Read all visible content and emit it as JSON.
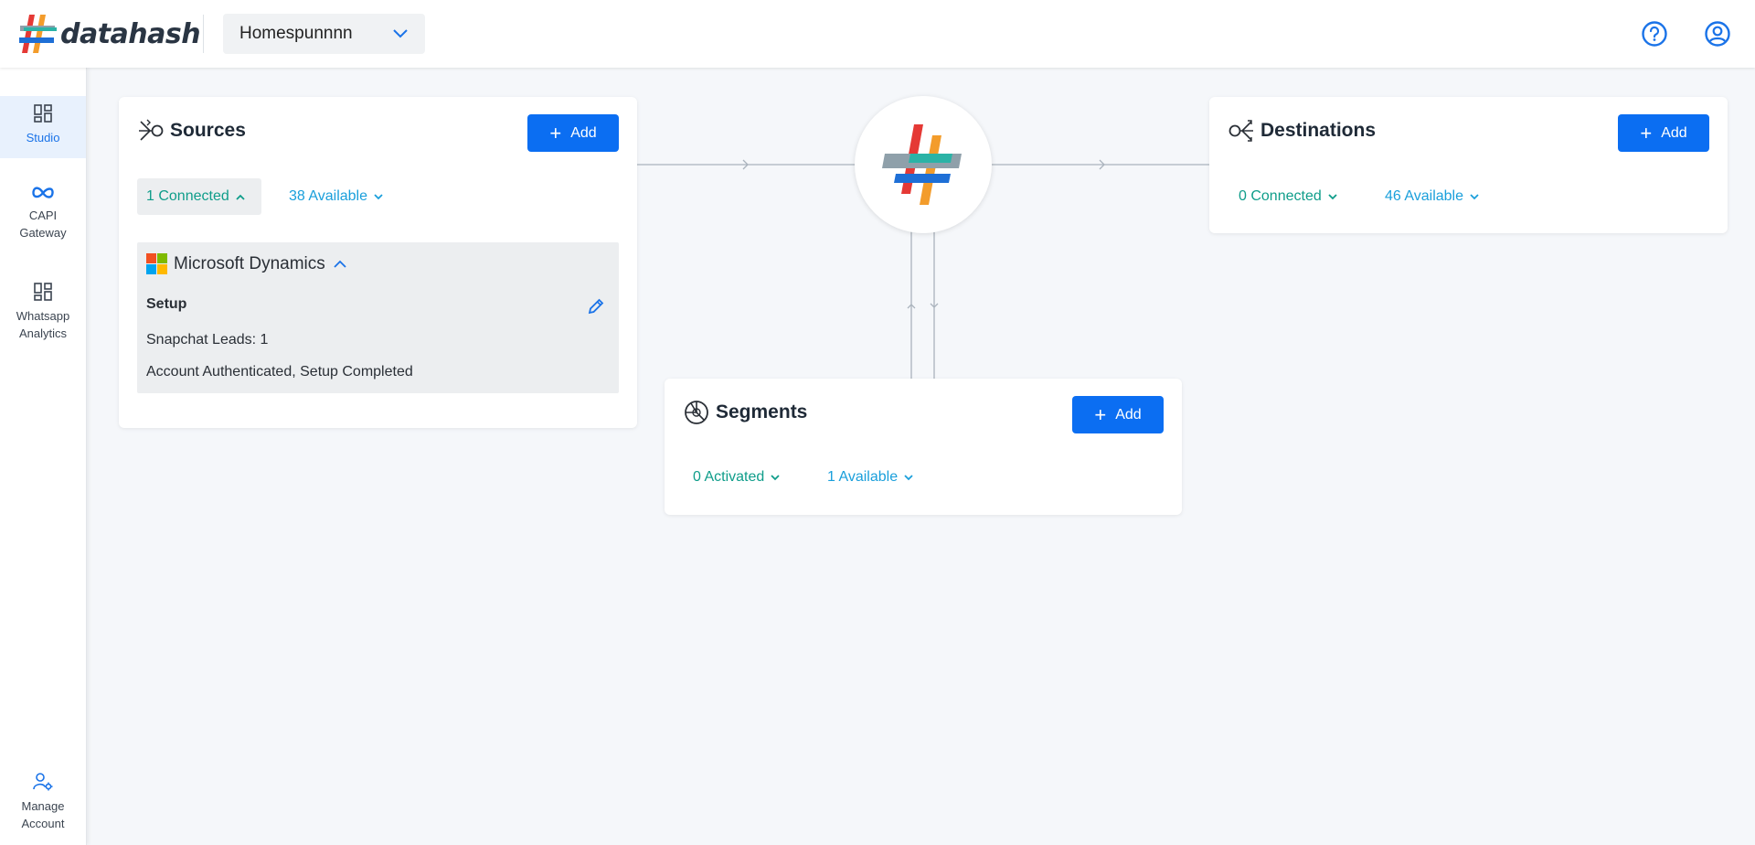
{
  "header": {
    "brand": "datahash",
    "org_selector": "Homespunnnn",
    "help_icon": "help-circle-icon",
    "account_icon": "user-circle-icon"
  },
  "sidebar": {
    "items": [
      {
        "label": "Studio",
        "icon": "dashboard-grid-icon",
        "active": true
      },
      {
        "label_line1": "CAPI",
        "label_line2": "Gateway",
        "icon": "meta-infinity-icon"
      },
      {
        "label_line1": "Whatsapp",
        "label_line2": "Analytics",
        "icon": "dashboard-grid-icon"
      },
      {
        "label_line1": "Manage",
        "label_line2": "Account",
        "icon": "user-settings-icon"
      }
    ]
  },
  "sources": {
    "title": "Sources",
    "add_label": "Add",
    "connected": "1 Connected",
    "available": "38 Available",
    "connection": {
      "name": "Microsoft Dynamics",
      "setup_label": "Setup",
      "leads": "Snapchat Leads: 1",
      "status": "Account Authenticated, Setup Completed"
    }
  },
  "destinations": {
    "title": "Destinations",
    "add_label": "Add",
    "connected": "0 Connected",
    "available": "46 Available"
  },
  "segments": {
    "title": "Segments",
    "add_label": "Add",
    "activated": "0 Activated",
    "available": "1 Available"
  },
  "colors": {
    "primary": "#0b6ef2",
    "teal": "#0f9d8a",
    "link_blue": "#1a9fdb",
    "nav_active_bg": "#e8f1fd"
  }
}
